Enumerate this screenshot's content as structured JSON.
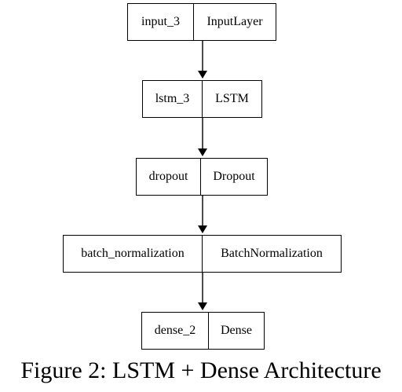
{
  "diagram": {
    "nodes": [
      {
        "name": "input_3",
        "type": "InputLayer"
      },
      {
        "name": "lstm_3",
        "type": "LSTM"
      },
      {
        "name": "dropout",
        "type": "Dropout"
      },
      {
        "name": "batch_normalization",
        "type": "BatchNormalization"
      },
      {
        "name": "dense_2",
        "type": "Dense"
      }
    ],
    "edges": [
      [
        "input_3",
        "lstm_3"
      ],
      [
        "lstm_3",
        "dropout"
      ],
      [
        "dropout",
        "batch_normalization"
      ],
      [
        "batch_normalization",
        "dense_2"
      ]
    ]
  },
  "caption": "Figure 2: LSTM + Dense Architecture"
}
